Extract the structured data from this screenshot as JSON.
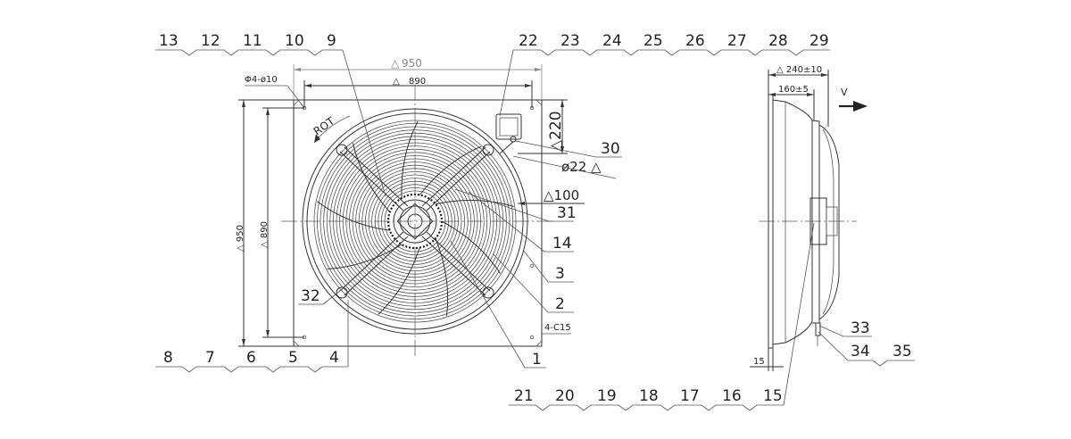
{
  "labels": {
    "top_left": [
      "13",
      "12",
      "11",
      "10",
      "9"
    ],
    "top_right": [
      "22",
      "23",
      "24",
      "25",
      "26",
      "27",
      "28",
      "29"
    ],
    "bottom_left": [
      "8",
      "7",
      "6",
      "5",
      "4"
    ],
    "bottom_mid": [
      "21",
      "20",
      "19",
      "18",
      "17",
      "16",
      "15"
    ],
    "right_side": [
      "30",
      "31",
      "14",
      "3",
      "2",
      "1"
    ],
    "left_side": [
      "32"
    ],
    "side_view": [
      "33",
      "34",
      "35"
    ]
  },
  "dimensions": {
    "outer_width": "950",
    "inner_width": "890",
    "outer_height": "950",
    "inner_height": "890",
    "hole": "Φ4-ø10",
    "box_height": "220",
    "cable": "ø22",
    "offset": "100",
    "corner": "4-C15",
    "depth_total": "240±10",
    "depth_partial": "160±5",
    "flange": "15",
    "rotation": "ROT",
    "airflow": "V"
  }
}
